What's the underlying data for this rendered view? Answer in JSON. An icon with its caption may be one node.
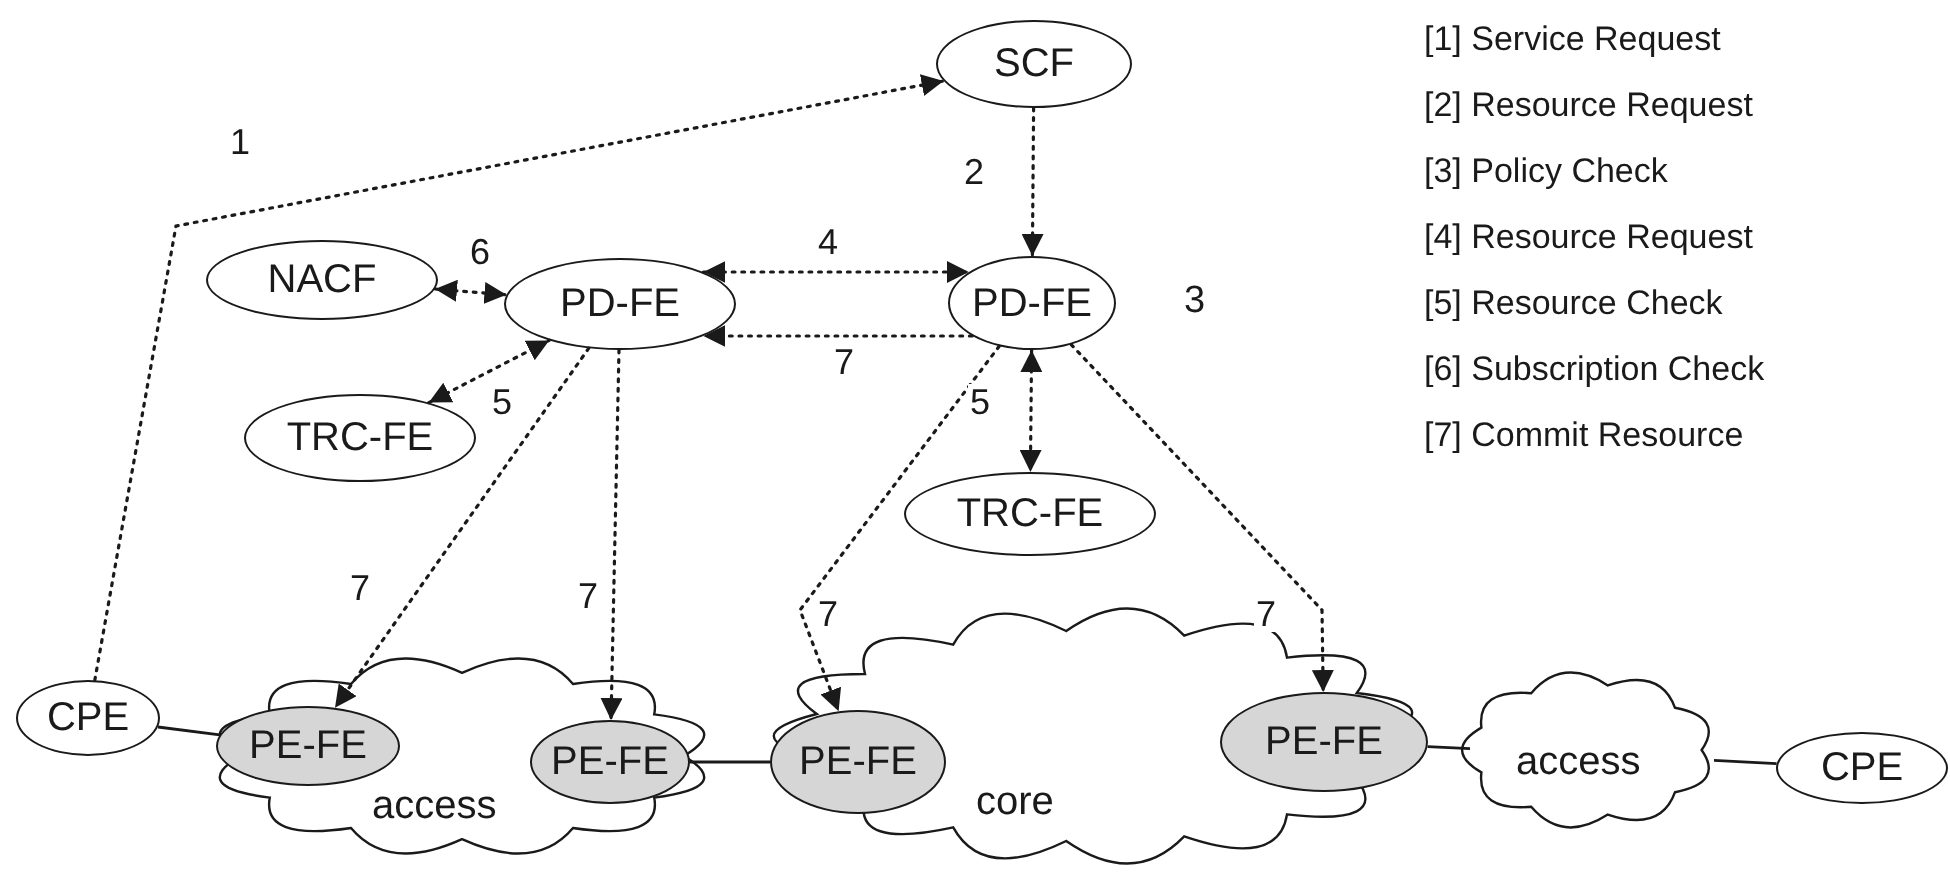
{
  "diagram": {
    "nodes": [
      {
        "text": [
          "SCF"
        ]
      },
      {
        "text": [
          "NACF"
        ]
      },
      {
        "text": [
          "PD-FE"
        ]
      },
      {
        "text": [
          "PD-FE"
        ],
        "beside": [
          "3"
        ]
      },
      {
        "text": [
          "TRC-FE"
        ]
      },
      {
        "text": [
          "TRC-FE"
        ]
      },
      {
        "text": [
          "CPE"
        ]
      },
      {
        "text": [
          "access"
        ]
      },
      {
        "text": [
          "PE-FE"
        ],
        "in": 7
      },
      {
        "text": [
          "PE-FE"
        ],
        "in": 7
      },
      {
        "text": [
          "core"
        ]
      },
      {
        "text": [
          "PE-FE"
        ],
        "in": 10
      },
      {
        "text": [
          "PE-FE"
        ],
        "in": 10
      },
      {
        "text": [
          "access"
        ]
      },
      {
        "text": [
          "CPE"
        ]
      }
    ],
    "edges": [
      {
        "from": 6,
        "to": 0,
        "arrow": "to",
        "label": "1",
        "style": "dashed"
      },
      {
        "from": 0,
        "to": 3,
        "arrow": "to",
        "label": "2",
        "style": "dashed"
      },
      {
        "from": 2,
        "to": 3,
        "arrow": "both",
        "label": "4",
        "style": "dashed"
      },
      {
        "from": 1,
        "to": 2,
        "arrow": "both",
        "label": "6",
        "style": "dashed"
      },
      {
        "from": 4,
        "to": 2,
        "arrow": "both",
        "label": "5",
        "style": "dashed"
      },
      {
        "from": 3,
        "to": 2,
        "arrow": "to",
        "label": "7",
        "style": "dashed"
      },
      {
        "from": 3,
        "to": 5,
        "arrow": "both",
        "label": "5",
        "style": "dashed"
      },
      {
        "from": 2,
        "to": 8,
        "arrow": "to",
        "label": "7",
        "style": "dashed"
      },
      {
        "from": 2,
        "to": 9,
        "arrow": "to",
        "label": "7",
        "style": "dashed"
      },
      {
        "from": 3,
        "to": 11,
        "arrow": "to",
        "label": "7",
        "style": "dashed"
      },
      {
        "from": 3,
        "to": 12,
        "arrow": "to",
        "label": "7",
        "style": "dashed"
      },
      {
        "from": 6,
        "to": 8,
        "arrow": "none"
      },
      {
        "from": 9,
        "to": 11,
        "arrow": "none"
      },
      {
        "from": 12,
        "to": 13,
        "arrow": "none"
      },
      {
        "from": 13,
        "to": 14,
        "arrow": "none"
      }
    ],
    "labels": [
      "[1] Service Request",
      "[2] Resource Request",
      "[3] Policy Check",
      "[4] Resource Request",
      "[5] Resource Check",
      "[6] Subscription Check",
      "[7] Commit Resource"
    ]
  }
}
